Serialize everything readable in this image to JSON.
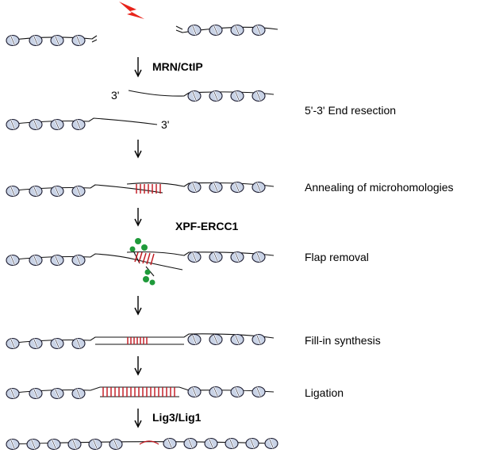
{
  "enzymes": {
    "mrn": "MRN/CtIP",
    "xpf": "XPF-ERCC1",
    "lig": "Lig3/Lig1"
  },
  "steps": {
    "resection": "5'-3' End resection",
    "annealing": "Annealing of microhomologies",
    "flap": "Flap removal",
    "fill": "Fill-in synthesis",
    "ligation": "Ligation"
  },
  "end_labels": {
    "top": "3'",
    "bottom": "3'"
  },
  "colors": {
    "nucleosome_fill": "#c9d3e6",
    "nucleosome_stroke": "#1a1a2e",
    "microhomology": "#c0141b",
    "break_bolt": "#e8231a",
    "enzyme_dots": "#1f9a3a"
  }
}
